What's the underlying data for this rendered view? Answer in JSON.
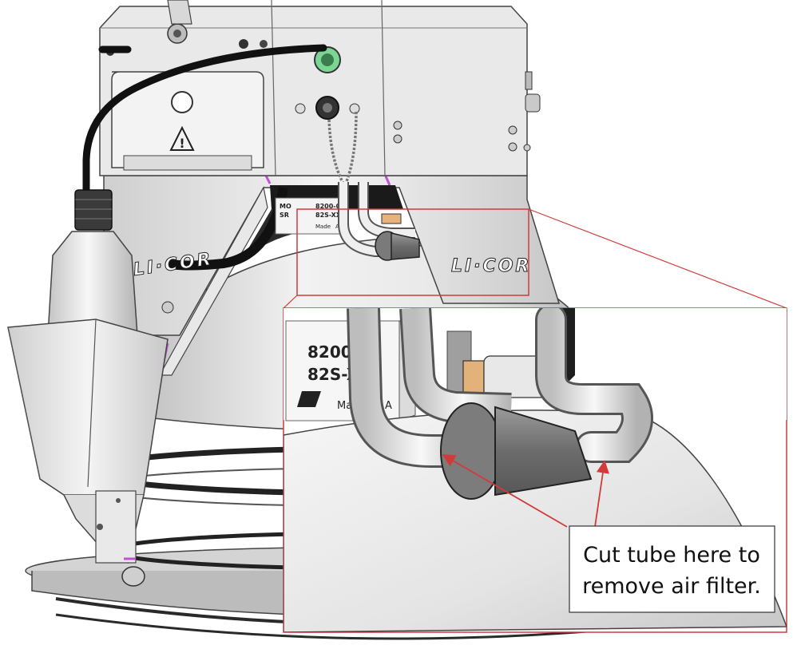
{
  "diagram": {
    "brand_left": "LI·COR",
    "brand_right": "LI·COR",
    "label_main": {
      "line1": "MO",
      "line1b": "8200-0",
      "line2": "SR",
      "line2b": "82S-XX",
      "line3": "Made",
      "line3b": "A"
    },
    "label_zoom": {
      "line1": "8200-0",
      "line2": "82S-XX",
      "line3": "Mad",
      "line3b": "A"
    },
    "warning_symbol": "!",
    "callout": {
      "line1": "Cut tube here to",
      "line2": "remove air filter."
    }
  },
  "colors": {
    "highlight": "#d23a3a",
    "accent_pink": "#c24fd6",
    "body": "#d9d9d9",
    "shadow": "#8a8a8a"
  }
}
